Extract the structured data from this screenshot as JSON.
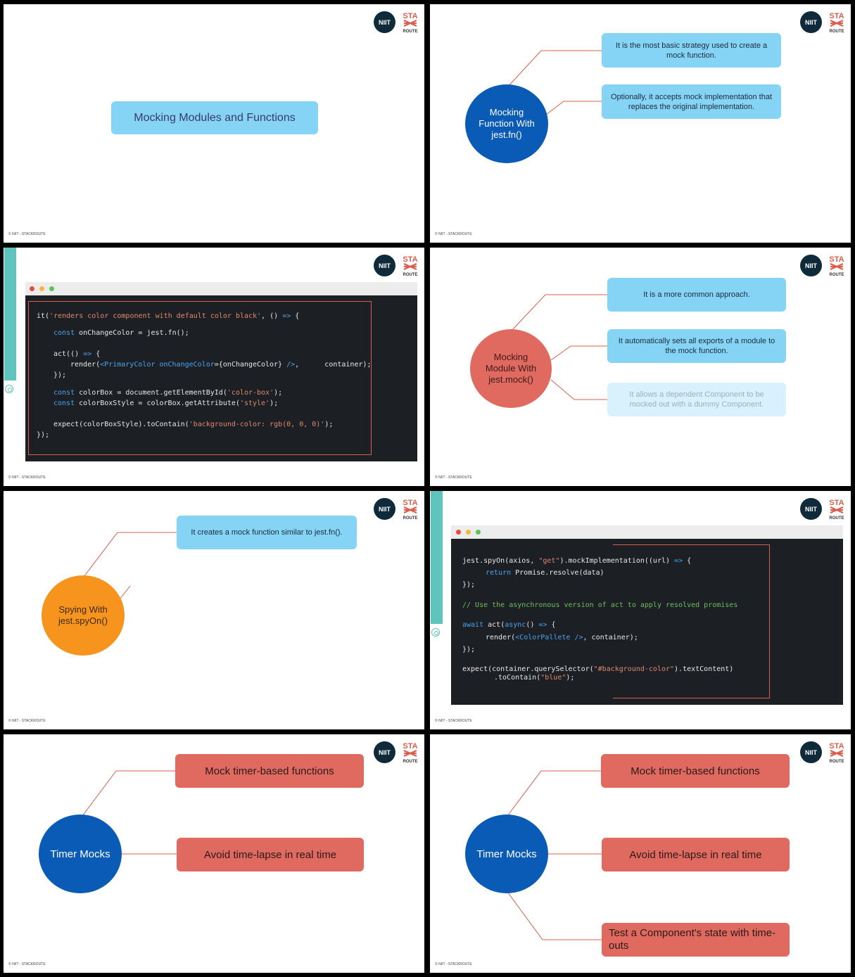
{
  "footer_text": "© NIIT - STACKROUTE",
  "logo": {
    "niit": "NIIT",
    "sr_top": "STA",
    "sr_bottom": "ROUTE"
  },
  "slide1": {
    "title": "Mocking Modules and Functions"
  },
  "slide2": {
    "circle": "Mocking Function With jest.fn()",
    "box1": "It is the most basic strategy used to create a mock function.",
    "box2": "Optionally, it accepts mock implementation that replaces the original implementation."
  },
  "slide3": {
    "lines": [
      "it('renders color component with default color black', () => {",
      "const onChangeColor = jest.fn();",
      "act(() => {",
      "render(<PrimaryColor onChangeColor={onChangeColor} />,      container);",
      "});",
      "const colorBox = document.getElementById('color-box');",
      "const colorBoxStyle = colorBox.getAttribute('style');",
      "expect(colorBoxStyle).toContain('background-color: rgb(0, 0, 0)');",
      "});"
    ]
  },
  "slide4": {
    "circle": "Mocking Module With jest.mock()",
    "box1": "It is a more common approach.",
    "box2": "It automatically sets all exports of a module to the mock function.",
    "box3": "It allows a dependent Component to be mocked out with a dummy Component."
  },
  "slide5": {
    "circle": "Spying With jest.spyOn()",
    "box1": "It creates a mock function similar to jest.fn()."
  },
  "slide6": {
    "lines": [
      "jest.spyOn(axios, \"get\").mockImplementation((url) => {",
      "return Promise.resolve(data)",
      "});",
      "// Use the asynchronous version of act to apply resolved promises",
      "await act(async() => {",
      "render(<ColorPallete />, container);",
      "});",
      "expect(container.querySelector(\"#background-color\").textContent)",
      ".toContain(\"blue\");"
    ]
  },
  "slide7": {
    "circle": "Timer Mocks",
    "box1": "Mock timer-based functions",
    "box2": "Avoid time-lapse in real time"
  },
  "slide8": {
    "circle": "Timer Mocks",
    "box1": "Mock timer-based functions",
    "box2": "Avoid time-lapse in real time",
    "box3": "Test a Component's state with time-outs"
  },
  "colors": {
    "dark_blue": "#0a5bb5",
    "red": "#e06a5f",
    "orange": "#f7941d",
    "light_blue": "#86d4f5",
    "teal": "#5fc4bd",
    "line_red": "#d9604f"
  }
}
